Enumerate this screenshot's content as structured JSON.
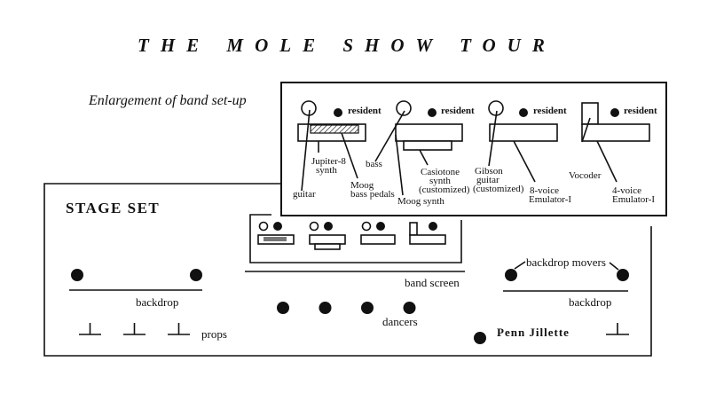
{
  "header": {
    "title": "THE MOLE SHOW TOUR",
    "subtitle": "Enlargement of band set-up"
  },
  "enlargement": {
    "stations": [
      {
        "resident_label": "resident",
        "labels": {
          "guitar": "guitar",
          "synth_line1": "Jupiter-8",
          "synth_line2": "synth",
          "pedals_line1": "Moog",
          "pedals_line2": "bass pedals"
        }
      },
      {
        "resident_label": "resident",
        "labels": {
          "bass": "bass",
          "moog_synth": "Moog synth",
          "casio_line1": "Casiotone",
          "casio_line2": "synth",
          "casio_line3": "(customized)"
        }
      },
      {
        "resident_label": "resident",
        "labels": {
          "gibson_line1": "Gibson",
          "gibson_line2": "guitar",
          "gibson_line3": "(customized)",
          "emu_line1": "8-voice",
          "emu_line2": "Emulator-I"
        }
      },
      {
        "resident_label": "resident",
        "labels": {
          "vocoder": "Vocoder",
          "emu_line1": "4-voice",
          "emu_line2": "Emulator-I"
        }
      }
    ]
  },
  "stage": {
    "title": "STAGE SET",
    "band_screen_label": "band screen",
    "backdrop_left_label": "backdrop",
    "backdrop_right_label": "backdrop",
    "backdrop_movers_label": "backdrop movers",
    "props_label": "props",
    "dancers_label": "dancers",
    "dancer_count": 4,
    "penn_label": "Penn Jillette"
  }
}
